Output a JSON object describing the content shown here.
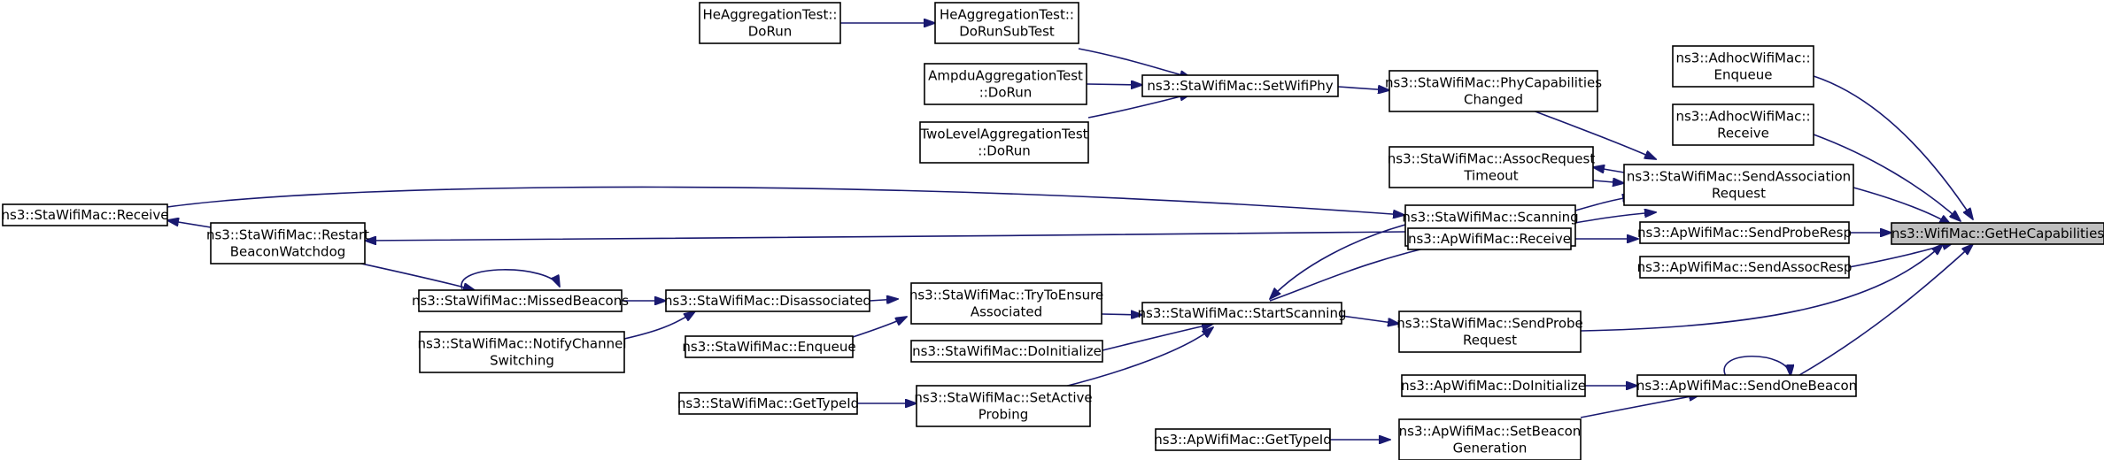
{
  "diagram": {
    "nodes": [
      {
        "id": "target",
        "lines": [
          "ns3::WifiMac::GetHeCapabilities"
        ],
        "highlight": true
      },
      {
        "id": "adhoc_enqueue",
        "lines": [
          "ns3::AdhocWifiMac::",
          "Enqueue"
        ]
      },
      {
        "id": "adhoc_receive",
        "lines": [
          "ns3::AdhocWifiMac::",
          "Receive"
        ]
      },
      {
        "id": "send_assoc_request",
        "lines": [
          "ns3::StaWifiMac::SendAssociation",
          "Request"
        ]
      },
      {
        "id": "send_probe_resp",
        "lines": [
          "ns3::ApWifiMac::SendProbeResp"
        ]
      },
      {
        "id": "send_assoc_resp",
        "lines": [
          "ns3::ApWifiMac::SendAssocResp"
        ]
      },
      {
        "id": "send_probe_request",
        "lines": [
          "ns3::StaWifiMac::SendProbe",
          "Request"
        ]
      },
      {
        "id": "send_one_beacon",
        "lines": [
          "ns3::ApWifiMac::SendOneBeacon"
        ]
      },
      {
        "id": "phy_cap_changed",
        "lines": [
          "ns3::StaWifiMac::PhyCapabilities",
          "Changed"
        ]
      },
      {
        "id": "assoc_request_timeout",
        "lines": [
          "ns3::StaWifiMac::AssocRequest",
          "Timeout"
        ]
      },
      {
        "id": "scanning_timeout",
        "lines": [
          "ns3::StaWifiMac::Scanning",
          "Timeout"
        ]
      },
      {
        "id": "ap_receive",
        "lines": [
          "ns3::ApWifiMac::Receive"
        ]
      },
      {
        "id": "start_scanning",
        "lines": [
          "ns3::StaWifiMac::StartScanning"
        ]
      },
      {
        "id": "ap_doinitialize",
        "lines": [
          "ns3::ApWifiMac::DoInitialize"
        ]
      },
      {
        "id": "set_beacon_generation",
        "lines": [
          "ns3::ApWifiMac::SetBeacon",
          "Generation"
        ]
      },
      {
        "id": "ap_gettypeid",
        "lines": [
          "ns3::ApWifiMac::GetTypeId"
        ]
      },
      {
        "id": "set_wifi_phy",
        "lines": [
          "ns3::StaWifiMac::SetWifiPhy"
        ]
      },
      {
        "id": "he_run_sub",
        "lines": [
          "HeAggregationTest::",
          "DoRunSubTest"
        ]
      },
      {
        "id": "he_run",
        "lines": [
          "HeAggregationTest::",
          "DoRun"
        ]
      },
      {
        "id": "ampdu_run",
        "lines": [
          "AmpduAggregationTest",
          "::DoRun"
        ]
      },
      {
        "id": "twolevel_run",
        "lines": [
          "TwoLevelAggregationTest",
          "::DoRun"
        ]
      },
      {
        "id": "try_ensure",
        "lines": [
          "ns3::StaWifiMac::TryToEnsure",
          "Associated"
        ]
      },
      {
        "id": "sta_doinitialize",
        "lines": [
          "ns3::StaWifiMac::DoInitialize"
        ]
      },
      {
        "id": "set_active_probing",
        "lines": [
          "ns3::StaWifiMac::SetActive",
          "Probing"
        ]
      },
      {
        "id": "sta_gettypeid",
        "lines": [
          "ns3::StaWifiMac::GetTypeId"
        ]
      },
      {
        "id": "disassociated",
        "lines": [
          "ns3::StaWifiMac::Disassociated"
        ]
      },
      {
        "id": "sta_enqueue",
        "lines": [
          "ns3::StaWifiMac::Enqueue"
        ]
      },
      {
        "id": "missed_beacons",
        "lines": [
          "ns3::StaWifiMac::MissedBeacons"
        ]
      },
      {
        "id": "notify_channel",
        "lines": [
          "ns3::StaWifiMac::NotifyChannel",
          "Switching"
        ]
      },
      {
        "id": "restart_watchdog",
        "lines": [
          "ns3::StaWifiMac::Restart",
          "BeaconWatchdog"
        ]
      },
      {
        "id": "sta_receive",
        "lines": [
          "ns3::StaWifiMac::Receive"
        ]
      }
    ]
  }
}
